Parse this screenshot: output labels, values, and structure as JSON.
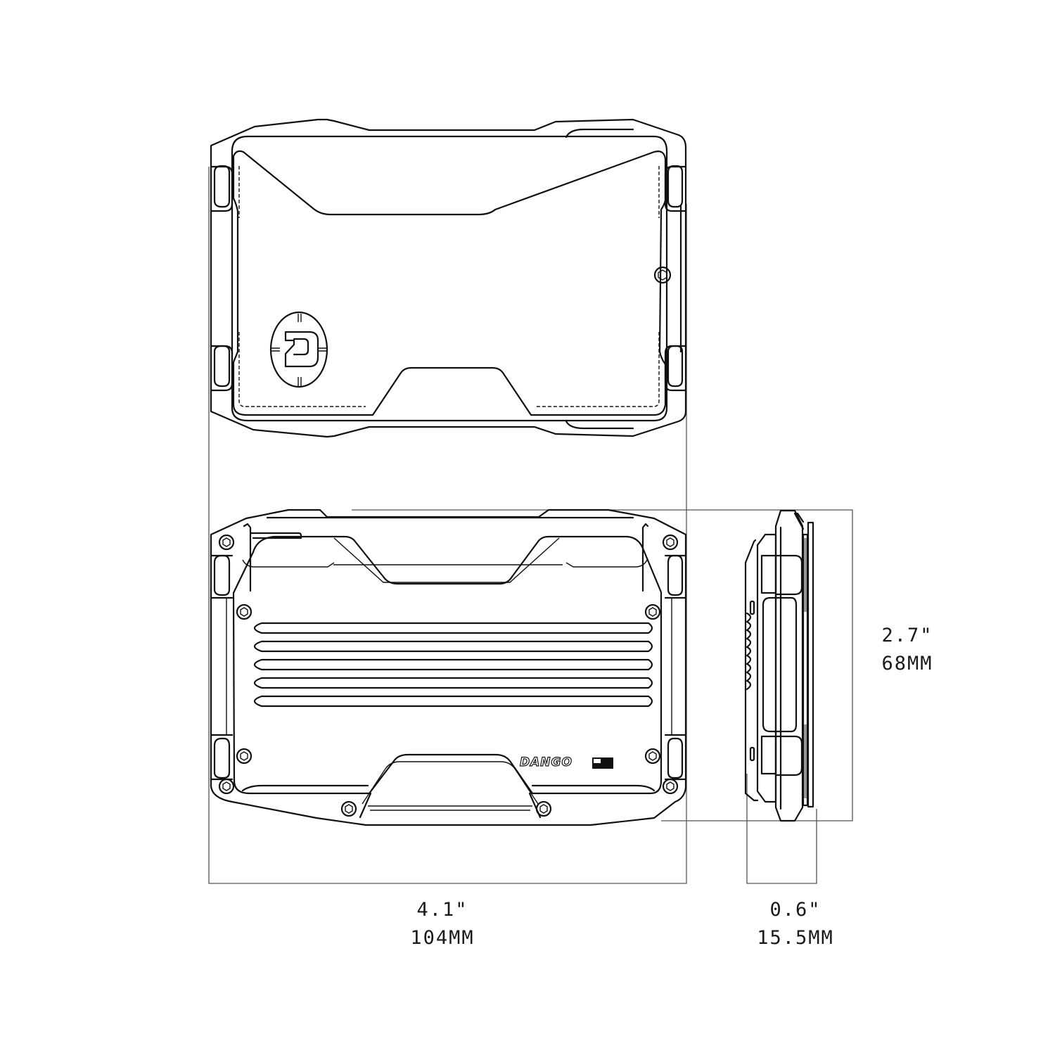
{
  "diagram": {
    "type": "technical dimension drawing",
    "views": [
      {
        "name": "front-view-card-side"
      },
      {
        "name": "back-view-plate-side"
      },
      {
        "name": "side-profile-view"
      }
    ],
    "brand_mark": "DANGO",
    "logo_letter": "D",
    "colors": {
      "line": "#111111",
      "dimension_line": "#555555",
      "background": "#ffffff"
    }
  },
  "dimensions": {
    "width": {
      "inches": "4.1\"",
      "mm": "104MM"
    },
    "height": {
      "inches": "2.7\"",
      "mm": "68MM"
    },
    "depth": {
      "inches": "0.6\"",
      "mm": "15.5MM"
    }
  }
}
